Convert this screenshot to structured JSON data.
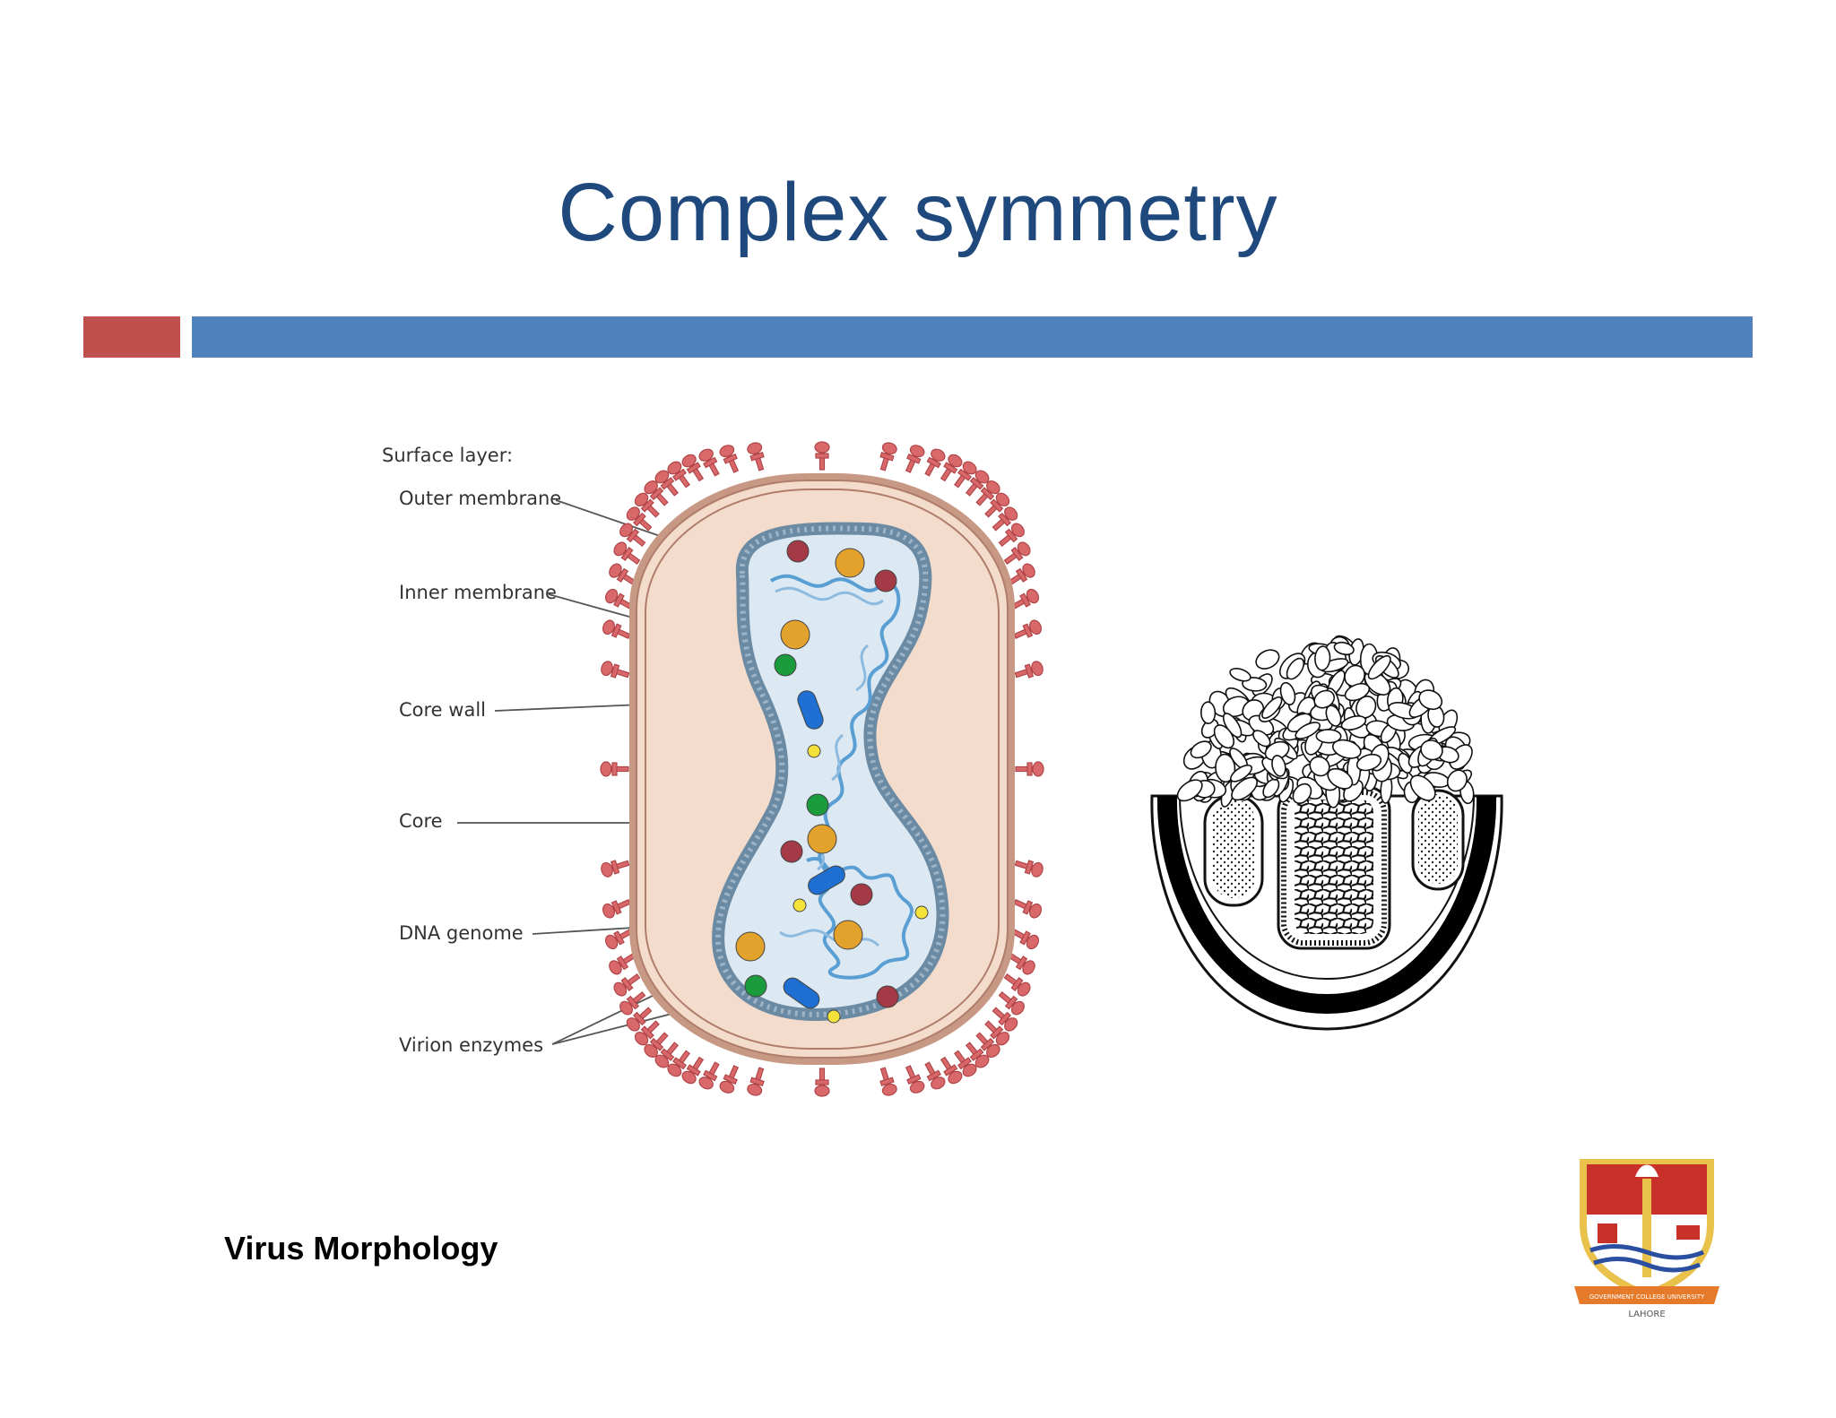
{
  "slide": {
    "title": "Complex symmetry",
    "footer": "Virus Morphology"
  },
  "diagram": {
    "labels": {
      "surface_layer": "Surface layer:",
      "outer_membrane": "Outer membrane",
      "inner_membrane": "Inner membrane",
      "core_wall": "Core wall",
      "core": "Core",
      "dna_genome": "DNA genome",
      "virion_enzymes": "Virion enzymes"
    }
  },
  "logo": {
    "caption": "LAHORE",
    "ribbon": "GOVERNMENT COLLEGE UNIVERSITY"
  },
  "colors": {
    "title": "#1f497d",
    "accent_red": "#c0504d",
    "accent_blue": "#4f81bd",
    "spike": "#d9686b",
    "envelope": "#f3dccb",
    "core_fill": "#dde9f2",
    "core_wall": "#6b8aa3",
    "dna": "#5a9fd4"
  }
}
